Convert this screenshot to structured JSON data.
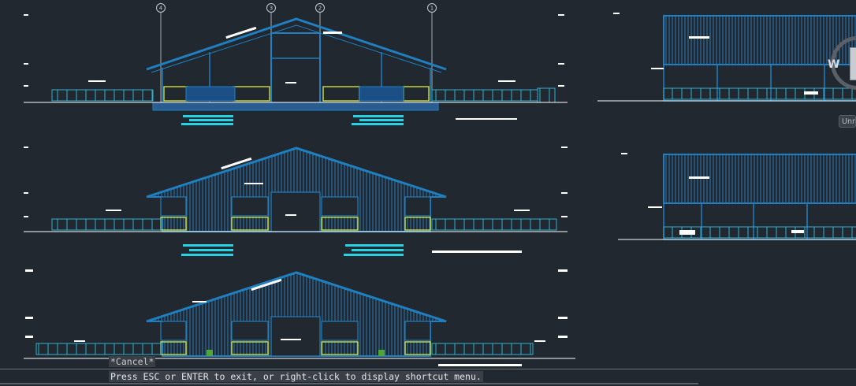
{
  "command_line": {
    "history": "*Cancel*",
    "prompt": "Press ESC or ENTER to exit, or right-click to display shortcut menu."
  },
  "viewcube": {
    "compass_letter": "W"
  },
  "side_button": {
    "label": "Unn"
  },
  "grid_markers": [
    "4",
    "3",
    "2",
    "1"
  ],
  "colors": {
    "background": "#212830",
    "structure": "#1f7fc0",
    "cyan": "#27d3e3",
    "fill": "#1c4f86",
    "yellow": "#c6d43a",
    "white": "#ffffff"
  }
}
